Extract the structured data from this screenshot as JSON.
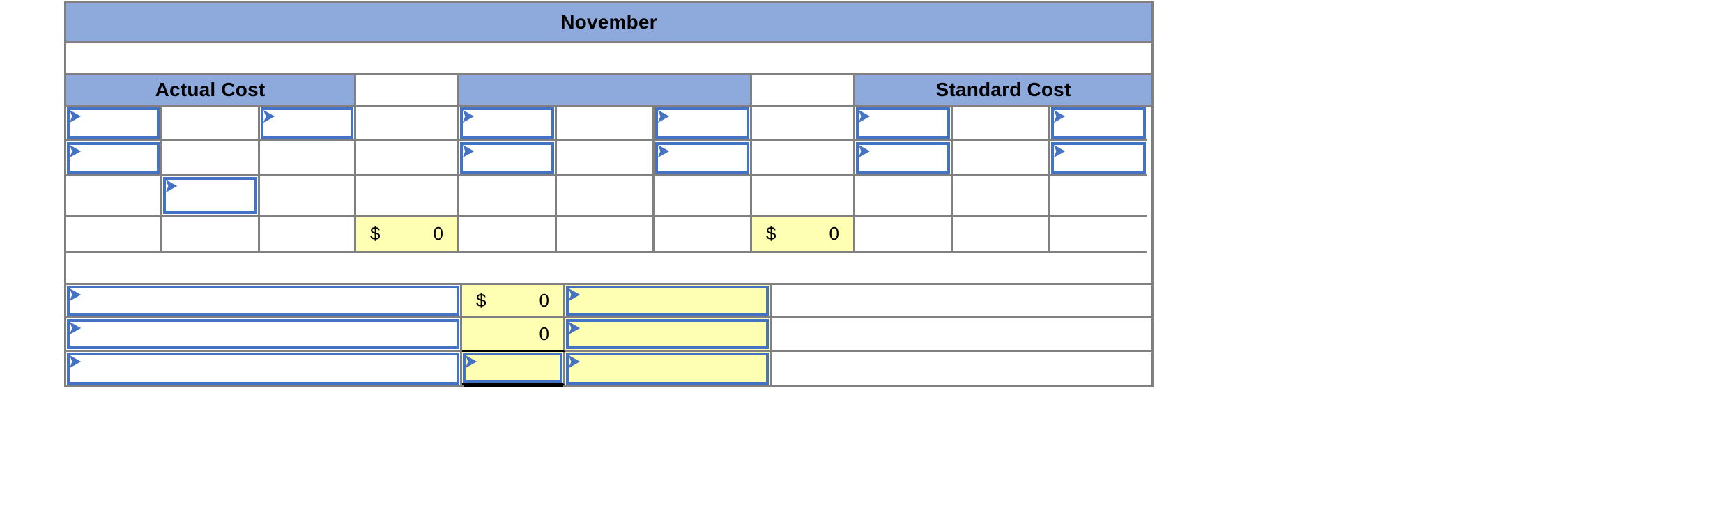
{
  "sheet": {
    "title": "November",
    "headers": {
      "actual_cost": "Actual Cost",
      "middle": "",
      "standard_cost": "Standard Cost",
      "gap_left": "",
      "gap_right": ""
    },
    "input_rows": [
      {
        "cells": [
          "",
          "",
          "",
          "",
          "",
          "",
          "",
          "",
          "",
          "",
          ""
        ]
      },
      {
        "cells": [
          "",
          "",
          "",
          "",
          "",
          "",
          "",
          "",
          "",
          "",
          ""
        ]
      },
      {
        "cells": [
          "",
          "",
          "",
          "",
          "",
          "",
          "",
          "",
          "",
          "",
          ""
        ]
      }
    ],
    "totals_row": {
      "actual_total_currency": "$",
      "actual_total_value": "0",
      "standard_total_currency": "$",
      "standard_total_value": "0"
    },
    "bottom_rows": [
      {
        "label": "",
        "currency": "$",
        "value": "0",
        "note": ""
      },
      {
        "label": "",
        "currency": "",
        "value": "0",
        "note": ""
      },
      {
        "label": "",
        "currency": "",
        "value": "",
        "note": ""
      }
    ]
  },
  "colors": {
    "header_blue": "#8EAADC",
    "cell_border_blue": "#4472C4",
    "grid_gray": "#808080",
    "highlight_yellow": "#FFFFB3",
    "text": "#000000"
  },
  "icons": {
    "marker": "triangle-marker-icon"
  }
}
